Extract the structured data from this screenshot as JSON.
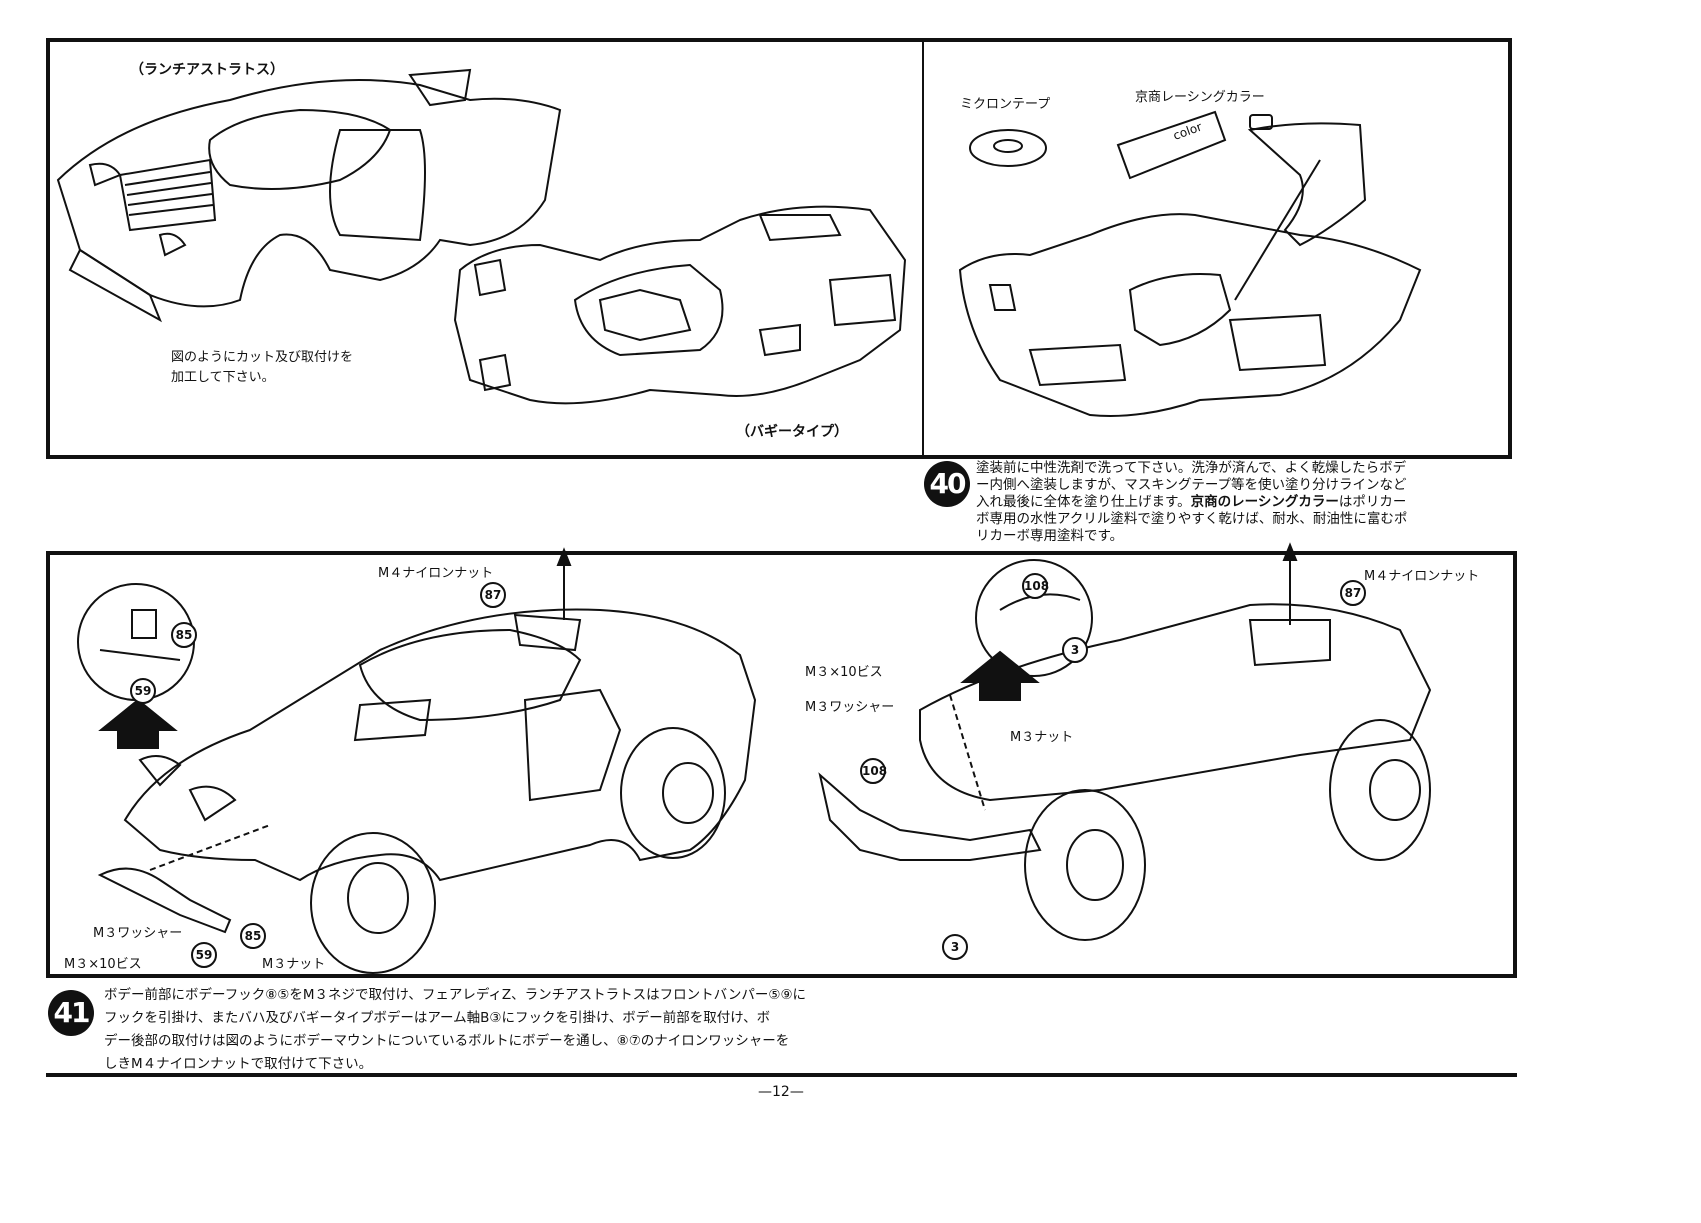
{
  "top_left": {
    "label_stratos": "（ランチアストラトス）",
    "note_line1": "図のようにカット及び取付けを",
    "note_line2": "加工して下さい。",
    "label_buggy": "（バギータイプ）"
  },
  "top_right": {
    "label_tape": "ミクロンテープ",
    "label_paint": "京商レーシングカラー"
  },
  "step40": {
    "number": "40",
    "line1": "塗装前に中性洗剤で洗って下さい。洗浄が済んで、よく乾燥したらボデ",
    "line2": "ー内側へ塗装しますが、マスキングテープ等を使い塗り分けラインなど",
    "line3_a": "入れ最後に全体を塗り仕上げます。",
    "line3_b": "京商のレーシングカラー",
    "line3_c": "はポリカー",
    "line4": "ボ専用の水性アクリル塗料で塗りやすく乾けば、耐水、耐油性に富むポ",
    "line5": "リカーボ専用塗料です。"
  },
  "bottom_left": {
    "nylon_nut": "M４ナイロンナット",
    "n87": "87",
    "n85_top": "85",
    "n59_top": "59",
    "washer": "M３ワッシャー",
    "screw": "M３×10ビス",
    "n59_bot": "59",
    "n85_bot": "85",
    "nut": "M３ナット"
  },
  "bottom_right": {
    "nylon_nut": "M４ナイロンナット",
    "n87": "87",
    "n108_top": "108",
    "n3_top": "3",
    "screw": "M３×10ビス",
    "washer": "M３ワッシャー",
    "nut": "M３ナット",
    "n108_side": "108",
    "n3_bot": "3"
  },
  "step41": {
    "number": "41",
    "line1": "ボデー前部にボデーフック⑧⑤をM３ネジで取付け、フェアレディZ、ランチアストラトスはフロントバンパー⑤⑨に",
    "line2": "フックを引掛け、またバハ及びバギータイプボデーはアーム軸B③にフックを引掛け、ボデー前部を取付け、ボ",
    "line3": "デー後部の取付けは図のようにボデーマウントについているボルトにボデーを通し、⑧⑦のナイロンワッシャーを",
    "line4": "しきM４ナイロンナットで取付けて下さい。"
  },
  "page_number": "—12—"
}
